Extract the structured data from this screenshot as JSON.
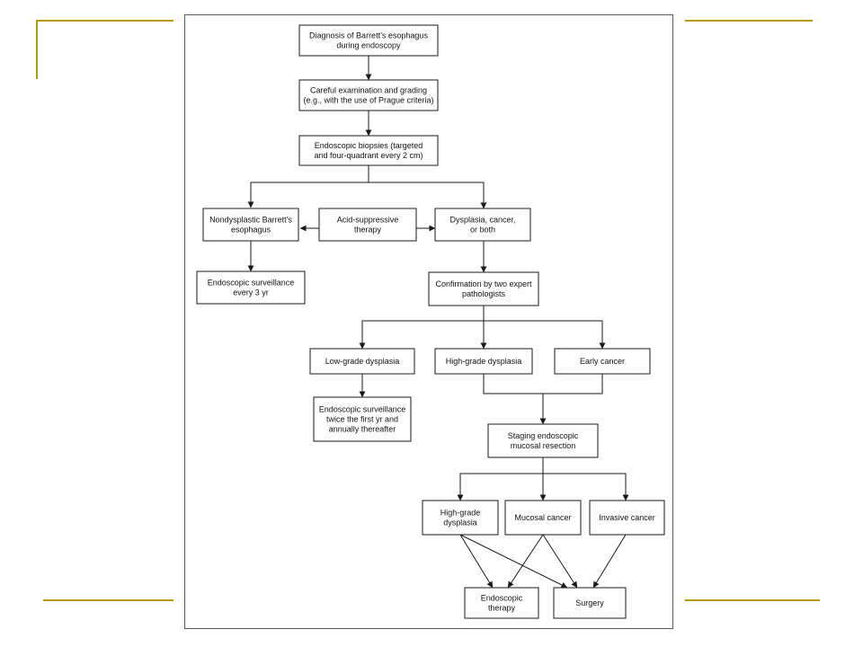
{
  "diagram": {
    "nodes": [
      {
        "id": "diagnosis",
        "lines": [
          "Diagnosis of Barrett’s esophagus",
          "during endoscopy"
        ]
      },
      {
        "id": "examination",
        "lines": [
          "Careful examination and grading",
          "(e.g., with the use of Prague criteria)"
        ]
      },
      {
        "id": "biopsies",
        "lines": [
          "Endoscopic biopsies (targeted",
          "and four-quadrant every 2 cm)"
        ]
      },
      {
        "id": "nondysplastic",
        "lines": [
          "Nondysplastic Barrett’s",
          "esophagus"
        ]
      },
      {
        "id": "acid",
        "lines": [
          "Acid-suppressive",
          "therapy"
        ]
      },
      {
        "id": "dysplasia-cancer",
        "lines": [
          "Dysplasia, cancer,",
          "or both"
        ]
      },
      {
        "id": "surveillance-3yr",
        "lines": [
          "Endoscopic surveillance",
          "every 3 yr"
        ]
      },
      {
        "id": "confirmation",
        "lines": [
          "Confirmation by two expert",
          "pathologists"
        ]
      },
      {
        "id": "low-grade",
        "lines": [
          "Low-grade dysplasia"
        ]
      },
      {
        "id": "high-grade-1",
        "lines": [
          "High-grade dysplasia"
        ]
      },
      {
        "id": "early-cancer",
        "lines": [
          "Early cancer"
        ]
      },
      {
        "id": "surveillance-annual",
        "lines": [
          "Endoscopic surveillance",
          "twice the first yr and",
          "annually thereafter"
        ]
      },
      {
        "id": "staging",
        "lines": [
          "Staging endoscopic",
          "mucosal resection"
        ]
      },
      {
        "id": "high-grade-2",
        "lines": [
          "High-grade",
          "dysplasia"
        ]
      },
      {
        "id": "mucosal-cancer",
        "lines": [
          "Mucosal cancer"
        ]
      },
      {
        "id": "invasive-cancer",
        "lines": [
          "Invasive cancer"
        ]
      },
      {
        "id": "endoscopic-therapy",
        "lines": [
          "Endoscopic",
          "therapy"
        ]
      },
      {
        "id": "surgery",
        "lines": [
          "Surgery"
        ]
      }
    ]
  }
}
